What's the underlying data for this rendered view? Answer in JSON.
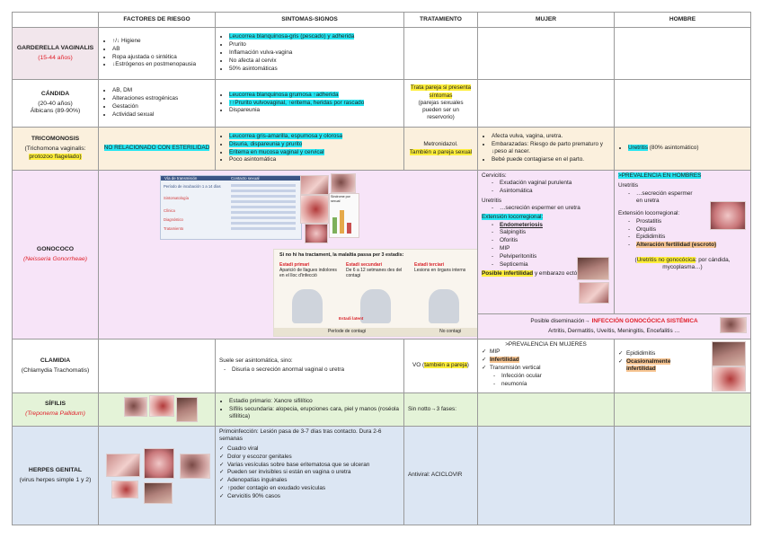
{
  "headers": [
    "",
    "FACTORES DE RIESGO",
    "SINTOMAS-SIGNOS",
    "TRATAMIENTO",
    "MUJER",
    "HOMBRE"
  ],
  "rows": {
    "gardnerella": {
      "name": "GARDERELLA VAGINALIS",
      "age": "(15-44 años)",
      "risk": [
        "↑/↓ Higiene",
        "AB",
        "Ropa ajustada o sintética",
        "↓Estrógenos en postmenopausia"
      ],
      "symptoms": [
        "Leucorrea blanquinosa-gris (pescado) y adherida",
        "Prurito",
        "Inflamación vulva-vagina",
        "No afecta al cervix",
        "50% asintomáticas"
      ]
    },
    "candida": {
      "name": "CÁNDIDA",
      "age": "(20-40 años)",
      "species": "Álbicans (89-90%)",
      "risk": [
        "AB, DM",
        "Alteraciones estrogénicas",
        "Gestación",
        "Actividad sexual"
      ],
      "symptoms_1": "Leucorrea blanquinosa grumosa ↑adherida",
      "symptoms_2": "↑↑Prurito vulvovaginal, ↑eritema, heridas por rascado",
      "symptoms_3": "Dispareunia",
      "treatment_hl": "Trata pareja si presenta síntomas",
      "treatment_rest": "(parejas sexuales pueden ser un reservorio)"
    },
    "tricomonas": {
      "name": "TRICOMONOSIS",
      "species_1": "(Trichomona vaginalis:",
      "species_2": "protozoo flagelado)",
      "risk": "NO RELACIONADO CON ESTERILIDAD",
      "symptoms_1": "Leucorrea gris-amarilla, espumosa y olorosa",
      "symptoms_2": "Disuria, dispareunia y prurito",
      "symptoms_3": "Eritema en mucosa vaginal y cervical",
      "symptoms_4": "Poco asintomática",
      "treatment_1": "Metronidazol.",
      "treatment_2": "También a pareja sexual",
      "woman": [
        "Afecta vulva, vagina, uretra.",
        "Embarazadas: Riesgo de parto prematuro y ↓peso al nacer.",
        "Bebé puede contagiarse en el parto."
      ],
      "man_hl": "Uretritis",
      "man_rest": " (80% asintomático)"
    },
    "gonococo": {
      "name": "GONOCOCO",
      "species": "(Neisseria Gonorrheae)",
      "ticket": {
        "header_1": "Vía de transmisión",
        "header_2": "Contacto sexual",
        "row_1": "Período de incubación 1 a 14 días",
        "row_2": "Sintomatología",
        "row_3": "Clínica",
        "row_4": "Diagnóstico",
        "row_5": "Tratamiento"
      },
      "small_chart": "Síndrome por sexual",
      "infographic": {
        "title": "Si no hi ha tractament, la malaltia passa per 3 estadis:",
        "stage_1": "Estadi primari",
        "stage_1_text": "Aparició de llagues indolores en el lloc d'infecció",
        "stage_2": "Estadi secundari",
        "stage_2_text": "De 6 a 12 setmanes des del contagi",
        "stage_3": "Estadi terciari",
        "stage_3_text": "Lesions en òrgans interns",
        "latent": "Estadi latent",
        "footer_1": "Període de contagi",
        "footer_2": "No contagi"
      },
      "woman": {
        "cervicitis": "Cervicitis:",
        "cervicitis_items": [
          "Exudación vaginal purulenta",
          "Asintomática"
        ],
        "urethritis": "Uretritis",
        "urethritis_items": [
          "…secreción espermer en uretra"
        ],
        "extension": "Extensión locorregional:",
        "extension_items": [
          "Endometeriosis",
          "Salpingitis",
          "Oforitis",
          "MIP",
          "Pelviperitonitis",
          "Septicemia"
        ],
        "sterility": "Posible infertilidad",
        "ectopic": " y embarazo ectópico"
      },
      "man": {
        "prevalence": ">PREVALENCIA EN HOMBRES",
        "urethritis": "Uretritis",
        "urethritis_items": [
          "…secreción espermer en uretra"
        ],
        "extension": "Extensión locorregional:",
        "extension_items": [
          "Prostatitis",
          "Orquitis",
          "Epididimitis"
        ],
        "fertility": "Alteración fertilidad (escroto)",
        "nongono_hl": "Uretritis no gonocócica",
        "nongono_rest": ": por cándida, mycoplasma…)"
      },
      "dissemination_1": "Posible diseminación→",
      "dissemination_2": "INFECCIÓN GONOCÓCICA SISTÉMICA",
      "dissemination_3": "Artritis, Dermatitis, Uveítis, Meningitis, Encefalitis …"
    },
    "clamidia": {
      "name": "CLAMIDIA",
      "species": "(Chlamydia Trachomatis)",
      "symptoms": "Suele ser asintomática, sino:",
      "symptoms_item": "Disuria o secreción anormal vaginal o uretra",
      "treatment_1": "VO (",
      "treatment_hl": "también a pareja",
      "treatment_2": ")",
      "woman_title": ">PREVALENCIA EN MUJERES",
      "woman_mip": "MIP",
      "woman_infert": "Infertilidad",
      "woman_transm": "Transmisión vertical",
      "woman_transm_items": [
        "Infección ocular",
        "neumonía"
      ],
      "man_epid": "Epididimitis",
      "man_occ": "Ocasionalmente infertilidad"
    },
    "sifilis": {
      "name": "SÍFILIS",
      "species": "(Treponema Pallidum)",
      "symptoms": [
        "Estadio primario: Xancre sifilítico",
        "Sífilis secundaria: alopecia, erupciones cara, piel y manos (roséola sifilítica)"
      ],
      "treatment": "Sin notto→3 fases:"
    },
    "herpes": {
      "name": "HERPES GENITAL",
      "species": "(virus herpes simple 1 y 2)",
      "intro": "Primoinfección: Lesión pasa de 3-7 días tras contacto. Dura 2-6 semanas",
      "items": [
        "Cuadro viral",
        "Dolor y escozor genitales",
        "Varias vesículas sobre base eritematosa que se ulceran",
        "Pueden ser invisibles si están en vagina o uretra",
        "Adenopatías inguinales",
        "↑poder contagio en exudado vesículas",
        "Cervicitis 90% casos"
      ],
      "treatment": "Antiviral: ACICLOVIR"
    }
  }
}
